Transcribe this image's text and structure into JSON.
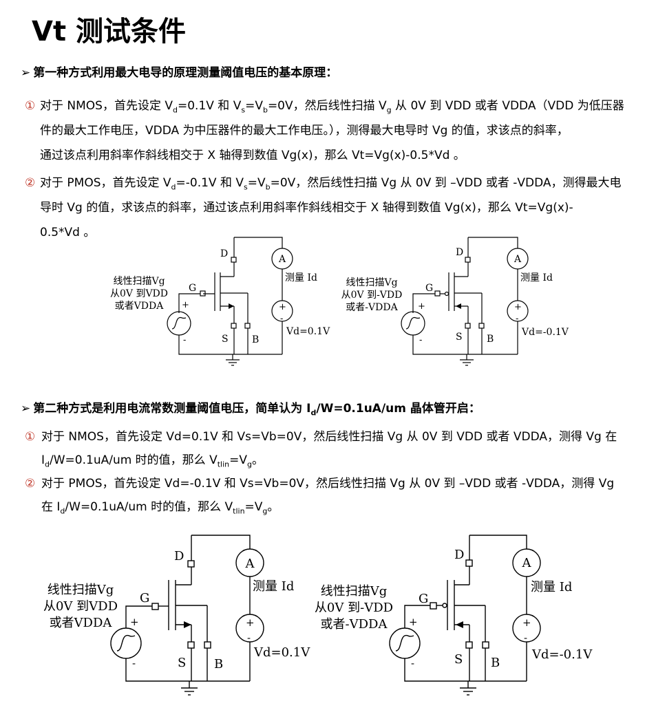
{
  "title": "Vt 测试条件",
  "section1": {
    "heading": "第一种方式利用最大电导的原理测量阈值电压的基本原理：",
    "item1": {
      "num": "①",
      "l1a": "对于 NMOS，首先设定 V",
      "sub_d": "d",
      "l1b": "=0.1V 和 V",
      "sub_s": "s",
      "l1c": "=V",
      "sub_b": "b",
      "l1d": "=0V，然后线性扫描 V",
      "sub_g": "g",
      "l1e": " 从 0V 到 VDD 或者 VDDA（VDD 为低压器",
      "line2": "件的最大工作电压，VDDA 为中压器件的最大工作电压。），测得最大电导时 Vg 的值，求该点的斜率，",
      "line3": "通过该点利用斜率作斜线相交于 X 轴得到数值 Vg(x)，那么 Vt=Vg(x)-0.5*Vd 。"
    },
    "item2": {
      "num": "②",
      "l1a": "对于 PMOS，首先设定 V",
      "sub_d": "d",
      "l1b": "=-0.1V 和 V",
      "sub_s": "s",
      "l1c": "=V",
      "sub_b": "b",
      "l1d": "=0V，然后线性扫描 Vg 从 0V 到 –VDD 或者 -VDDA，测得最大电",
      "line2": "导时 Vg 的值，求该点的斜率，通过该点利用斜率作斜线相交于 X 轴得到数值 Vg(x)，那么 Vt=Vg(x)-",
      "line3": "0.5*Vd 。"
    }
  },
  "section2": {
    "heading_a": "第二种方式是利用电流常数测量阈值电压，简单认为 I",
    "heading_sub": "d",
    "heading_b": "/W=0.1uA/um 晶体管开启：",
    "item1": {
      "num": "①",
      "line1": "对于 NMOS，首先设定 Vd=0.1V 和 Vs=Vb=0V，然后线性扫描 Vg 从 0V 到 VDD 或者 VDDA，测得 Vg 在",
      "l2a": "I",
      "sub_d": "d",
      "l2b": "/W=0.1uA/um 时的值，那么 V",
      "sub_tlin": "tlin",
      "l2c": "=V",
      "sub_g": "g",
      "l2d": "。"
    },
    "item2": {
      "num": "②",
      "line1": "对于 PMOS，首先设定 Vd=-0.1V 和 Vs=Vb=0V，然后线性扫描 Vg 从 0V 到 –VDD 或者 -VDDA，测得 Vg",
      "l2a": "在 I",
      "sub_d": "d",
      "l2b": "/W=0.1uA/um 时的值，那么 V",
      "sub_tlin": "tlin",
      "l2c": "=V",
      "sub_g": "g",
      "l2d": "。"
    }
  },
  "circuits": {
    "nmos": {
      "sweep1": "线性扫描Vg",
      "sweep2": "从0V 到VDD",
      "sweep3": "或者VDDA",
      "D": "D",
      "G": "G",
      "S": "S",
      "B": "B",
      "A": "A",
      "measure": "测量 Id",
      "vd": "Vd=0.1V",
      "plus": "+",
      "minus": "-"
    },
    "pmos": {
      "sweep1": "线性扫描Vg",
      "sweep2": "从0V 到-VDD",
      "sweep3": "或者-VDDA",
      "D": "D",
      "G": "G",
      "S": "S",
      "B": "B",
      "A": "A",
      "measure": "测量 Id",
      "vd": "Vd=-0.1V",
      "plus": "+",
      "minus": "-"
    }
  }
}
